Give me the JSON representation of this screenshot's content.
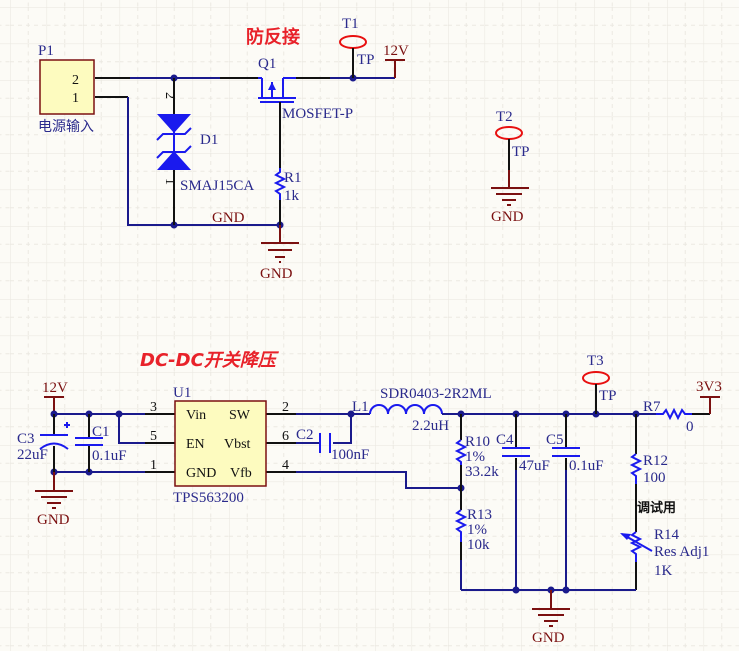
{
  "titles": {
    "reverse_protection": "防反接",
    "dcdc": "DC-DC开关降压",
    "debug_note": "调试用"
  },
  "components": {
    "P1": {
      "ref": "P1",
      "value": "电源输入",
      "pins": [
        "2",
        "1"
      ]
    },
    "Q1": {
      "ref": "Q1",
      "value": "MOSFET-P"
    },
    "D1": {
      "ref": "D1",
      "value": "SMAJ15CA",
      "pins": [
        "2",
        "1"
      ]
    },
    "R1": {
      "ref": "R1",
      "value": "1k"
    },
    "T1": {
      "ref": "T1",
      "value": "TP"
    },
    "T2": {
      "ref": "T2",
      "value": "TP"
    },
    "T3": {
      "ref": "T3",
      "value": "TP"
    },
    "U1": {
      "ref": "U1",
      "value": "TPS563200",
      "pins_left": [
        {
          "num": "3",
          "name": "Vin"
        },
        {
          "num": "5",
          "name": "EN"
        },
        {
          "num": "1",
          "name": "GND"
        }
      ],
      "pins_right": [
        {
          "num": "2",
          "name": "SW"
        },
        {
          "num": "6",
          "name": "Vbst"
        },
        {
          "num": "4",
          "name": "Vfb"
        }
      ]
    },
    "C1": {
      "ref": "C1",
      "value": "0.1uF"
    },
    "C2": {
      "ref": "C2",
      "value": "100nF"
    },
    "C3": {
      "ref": "C3",
      "value": "22uF"
    },
    "C4": {
      "ref": "C4",
      "value": "47uF"
    },
    "C5": {
      "ref": "C5",
      "value": "0.1uF"
    },
    "L1": {
      "ref": "L1",
      "part": "SDR0403-2R2ML",
      "value": "2.2uH"
    },
    "R7": {
      "ref": "R7",
      "value": "0"
    },
    "R10": {
      "ref": "R10",
      "tol": "1%",
      "value": "33.2k"
    },
    "R12": {
      "ref": "R12",
      "value": "100"
    },
    "R13": {
      "ref": "R13",
      "tol": "1%",
      "value": "10k"
    },
    "R14": {
      "ref": "R14",
      "part": "Res Adj1",
      "value": "1K"
    }
  },
  "power_ports": {
    "v12_top": "12V",
    "v12_left": "12V",
    "v3v3": "3V3",
    "gnd": "GND",
    "gnd_net_label": "GND"
  }
}
